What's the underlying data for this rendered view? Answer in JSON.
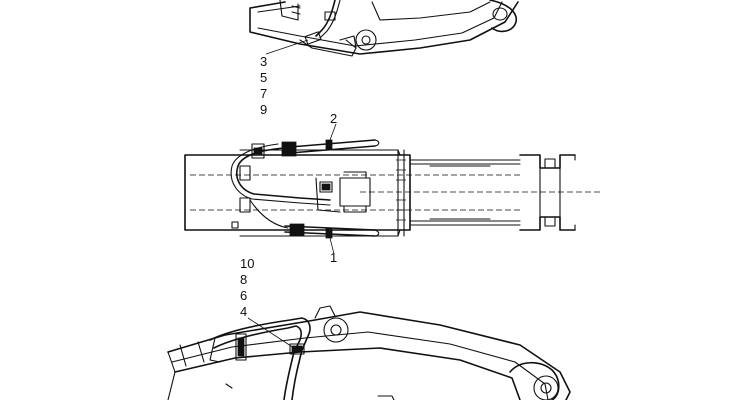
{
  "callouts": {
    "top": [
      "3",
      "5",
      "7",
      "9"
    ],
    "middle_upper": "2",
    "middle_lower": "1",
    "bottom": [
      "10",
      "8",
      "6",
      "4"
    ]
  }
}
